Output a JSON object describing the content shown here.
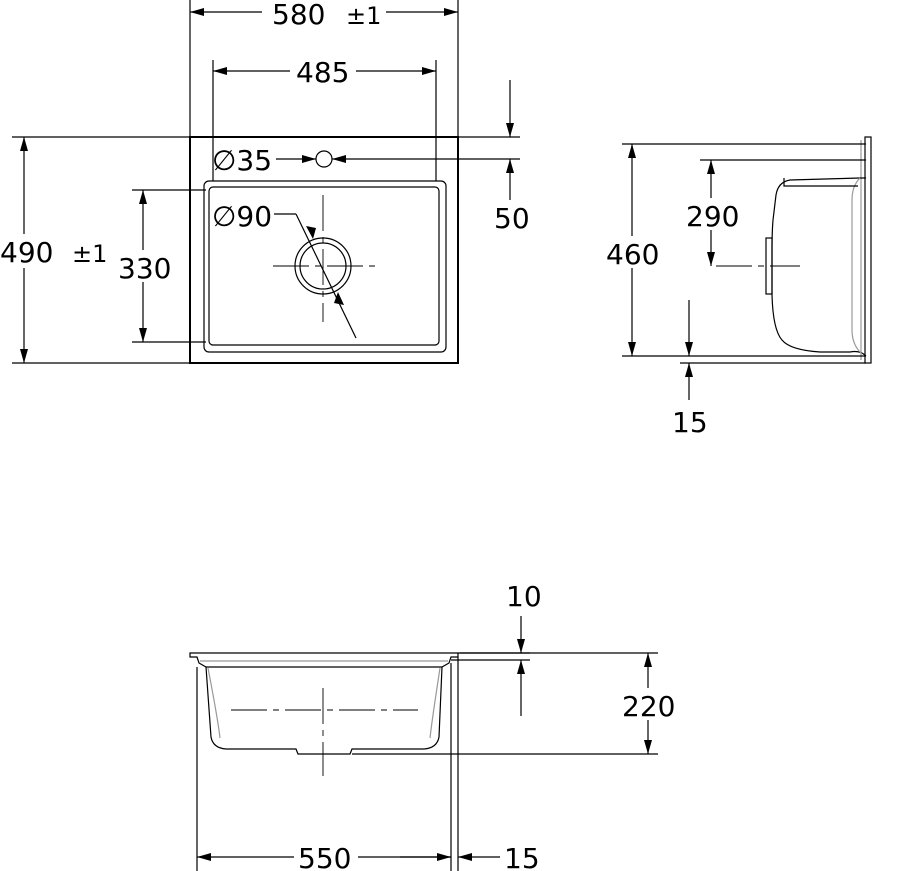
{
  "top_view": {
    "width": "580",
    "width_tolerance": "±1",
    "inner_width": "485",
    "height": "490",
    "height_tolerance": "±1",
    "bowl_depth": "330",
    "tap_hole": "∅35",
    "drain": "∅90",
    "tap_offset": "50"
  },
  "side_view": {
    "depth": "460",
    "drain_position": "290",
    "rim": "15"
  },
  "front_view": {
    "rim_thickness": "10",
    "height": "220",
    "width": "550",
    "rim": "15"
  }
}
